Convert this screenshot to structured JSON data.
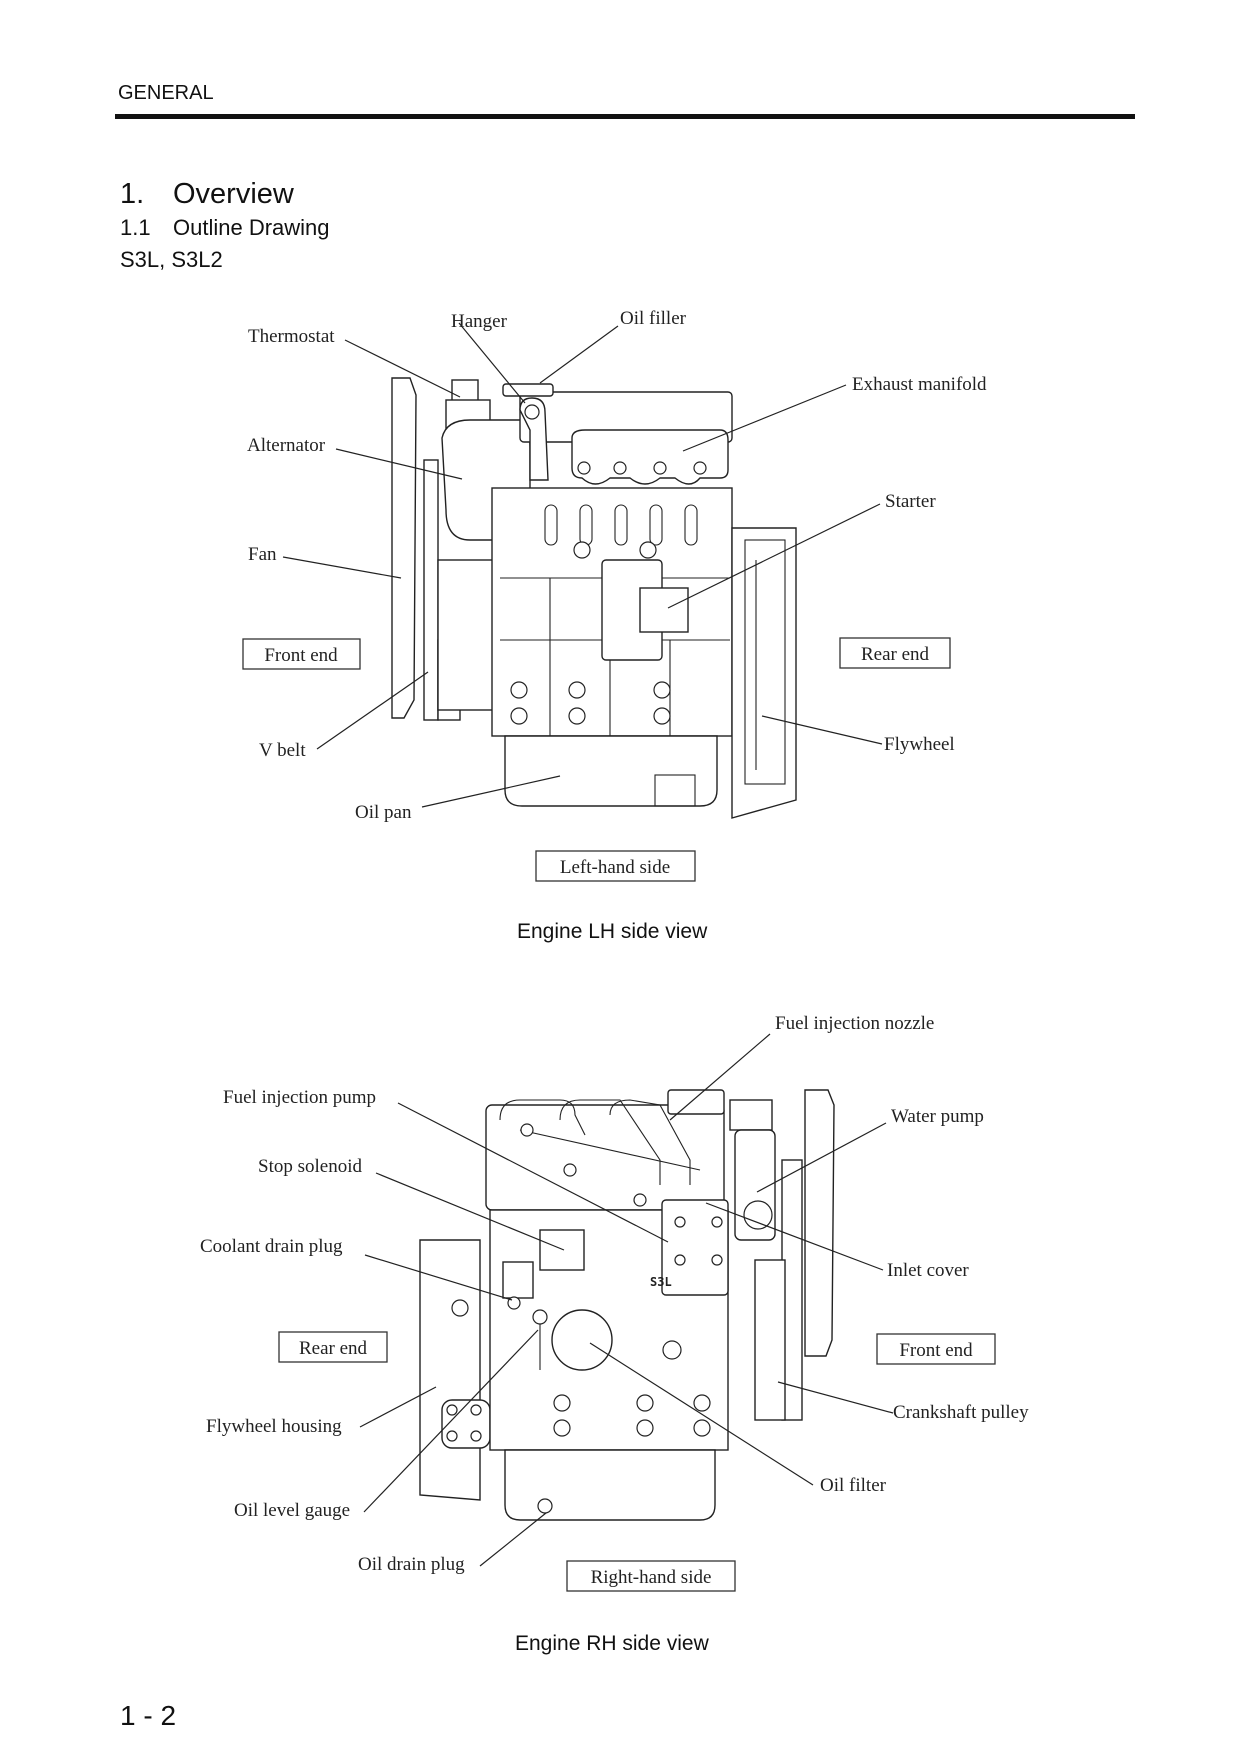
{
  "header": {
    "section": "GENERAL"
  },
  "heading1": {
    "number": "1.",
    "title": "Overview"
  },
  "heading2": {
    "number": "1.1",
    "title": "Outline Drawing"
  },
  "model": "S3L, S3L2",
  "figures": [
    {
      "caption": "Engine LH side view",
      "side_label": "Left-hand side",
      "end_labels": {
        "left": "Front end",
        "right": "Rear end"
      },
      "callouts": [
        "Thermostat",
        "Hanger",
        "Oil filler",
        "Exhaust manifold",
        "Alternator",
        "Starter",
        "Fan",
        "V belt",
        "Flywheel",
        "Oil pan"
      ]
    },
    {
      "caption": "Engine RH side view",
      "side_label": "Right-hand side",
      "end_labels": {
        "left": "Rear end",
        "right": "Front end"
      },
      "engine_badge": "S3L",
      "callouts": [
        "Fuel injection nozzle",
        "Fuel injection pump",
        "Water pump",
        "Stop solenoid",
        "Coolant drain plug",
        "Inlet cover",
        "Flywheel housing",
        "Crankshaft pulley",
        "Oil filter",
        "Oil level gauge",
        "Oil drain plug"
      ]
    }
  ],
  "page_number": "1 - 2"
}
